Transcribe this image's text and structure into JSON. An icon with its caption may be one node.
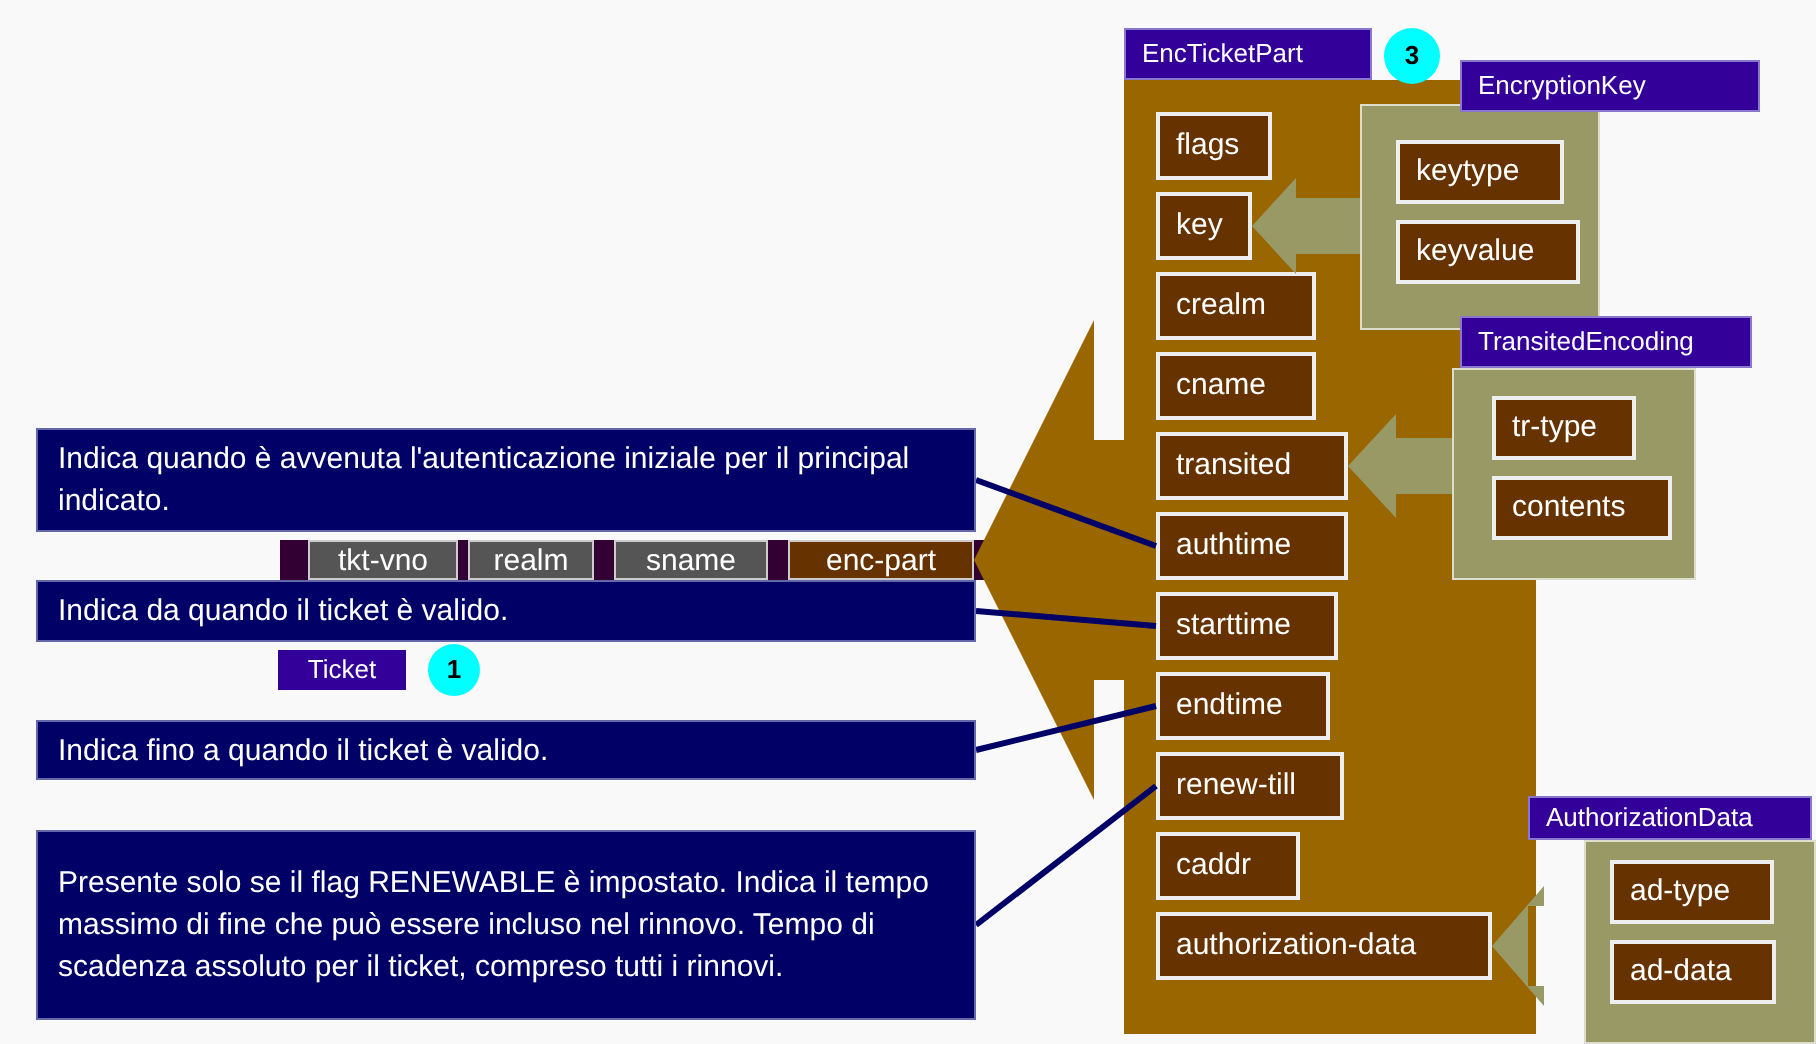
{
  "diagram": {
    "nodes": [
      {
        "text": [
          "EncTicketPart"
        ]
      },
      {
        "text": [
          "3"
        ]
      },
      {
        "text": [
          "flags"
        ],
        "in": 0
      },
      {
        "text": [
          "key"
        ],
        "in": 0
      },
      {
        "text": [
          "crealm"
        ],
        "in": 0
      },
      {
        "text": [
          "cname"
        ],
        "in": 0
      },
      {
        "text": [
          "transited"
        ],
        "in": 0
      },
      {
        "text": [
          "authtime"
        ],
        "in": 0
      },
      {
        "text": [
          "starttime"
        ],
        "in": 0
      },
      {
        "text": [
          "endtime"
        ],
        "in": 0
      },
      {
        "text": [
          "renew-till"
        ],
        "in": 0
      },
      {
        "text": [
          "caddr"
        ],
        "in": 0
      },
      {
        "text": [
          "authorization-data"
        ],
        "in": 0
      },
      {
        "text": [
          "EncryptionKey"
        ]
      },
      {
        "text": [
          "keytype"
        ],
        "in": 13
      },
      {
        "text": [
          "keyvalue"
        ],
        "in": 13
      },
      {
        "text": [
          "TransitedEncoding"
        ]
      },
      {
        "text": [
          "tr-type"
        ],
        "in": 16
      },
      {
        "text": [
          "contents"
        ],
        "in": 16
      },
      {
        "text": [
          "AuthorizationData"
        ]
      },
      {
        "text": [
          "ad-type"
        ],
        "in": 19
      },
      {
        "text": [
          "ad-data"
        ],
        "in": 19
      },
      {
        "text": [
          "Indica quando è avvenuta l'autenticazione iniziale per il principal indicato."
        ]
      },
      {
        "text": [
          "tkt-vno"
        ]
      },
      {
        "text": [
          "realm"
        ]
      },
      {
        "text": [
          "sname"
        ]
      },
      {
        "text": [
          "enc-part"
        ]
      },
      {
        "text": [
          "Indica da quando il ticket è valido."
        ]
      },
      {
        "text": [
          "Ticket"
        ]
      },
      {
        "text": [
          "1"
        ]
      },
      {
        "text": [
          "Indica fino a quando il ticket è valido."
        ]
      },
      {
        "text": [
          "Presente solo se il flag RENEWABLE è impostato. Indica il tempo massimo di fine che può essere incluso nel rinnovo. Tempo di scadenza assoluto per il ticket, compreso tutti i rinnovi."
        ]
      }
    ],
    "edges": [
      {
        "from": 0,
        "to": 26,
        "arrow": "to",
        "style": "thick",
        "color": "#996600"
      },
      {
        "from": 13,
        "to": 3,
        "arrow": "to",
        "style": "thick",
        "color": "#999966"
      },
      {
        "from": 16,
        "to": 6,
        "arrow": "to",
        "style": "thick",
        "color": "#999966"
      },
      {
        "from": 19,
        "to": 12,
        "arrow": "to",
        "style": "thick",
        "color": "#999966"
      },
      {
        "from": 22,
        "to": 7,
        "arrow": "none"
      },
      {
        "from": 27,
        "to": 8,
        "arrow": "none"
      },
      {
        "from": 30,
        "to": 9,
        "arrow": "none"
      },
      {
        "from": 31,
        "to": 10,
        "arrow": "none"
      }
    ]
  }
}
